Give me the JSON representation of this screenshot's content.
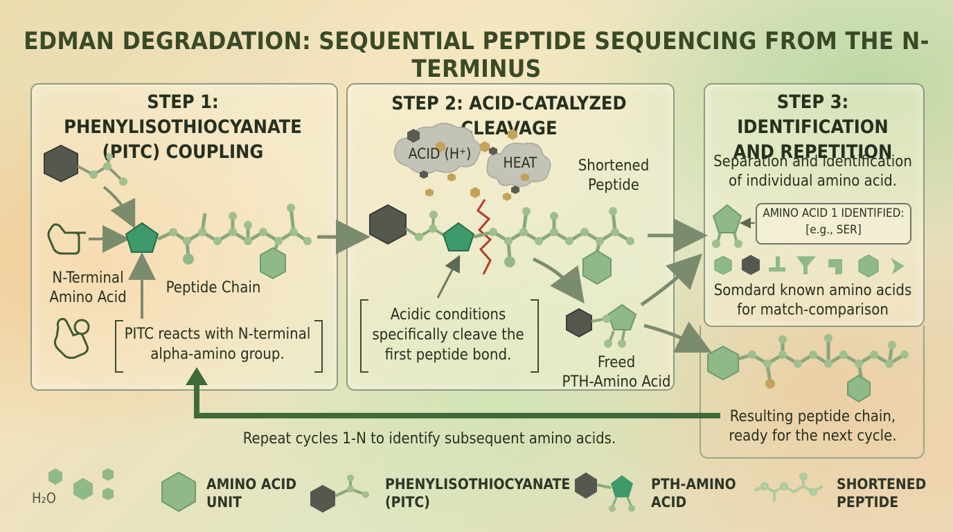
{
  "title": "EDMAN DEGRADATION: SEQUENTIAL PEPTIDE SEQUENCING FROM THE N-TERMINUS",
  "step1": {
    "title_line1": "STEP 1: PHENYLISOTHIOCYANATE",
    "title_line2": "(PITC) COUPLING",
    "n_terminal_line1": "N-Terminal",
    "n_terminal_line2": "Amino Acid",
    "peptide_chain": "Peptide Chain",
    "caption_line1": "PITC reacts with N-terminal",
    "caption_line2": "alpha-amino group."
  },
  "step2": {
    "title": "STEP 2: ACID-CATALYZED CLEAVAGE",
    "acid": "ACID (H⁺)",
    "heat": "HEAT",
    "shortened_line1": "Shortened",
    "shortened_line2": "Peptide",
    "caption_line1": "Acidic conditions",
    "caption_line2": "specifically cleave the",
    "caption_line3": "first peptide bond.",
    "freed_line1": "Freed",
    "freed_line2": "PTH-Amino Acid"
  },
  "step3": {
    "title_line1": "STEP 3: IDENTIFICATION",
    "title_line2": "AND REPETITION",
    "desc_line1": "Separation and identification",
    "desc_line2": "of individual amino acid.",
    "identified_line1": "AMINO ACID 1 IDENTIFIED:",
    "identified_line2": "[e.g., SER]",
    "standard_line1": "Somdard known amino acids",
    "standard_line2": "for match-comparison",
    "result_line1": "Resulting peptide chain,",
    "result_line2": "ready for the next cycle."
  },
  "repeat_text": "Repeat cycles 1-N to identify subsequent amino acids.",
  "legend": {
    "water": "H₂O",
    "amino_line1": "AMINO ACID",
    "amino_line2": "UNIT",
    "pitc_line1": "PHENYLISOTHIOCYANATE",
    "pitc_line2": "(PITC)",
    "pth_line1": "PTH-AMINO",
    "pth_line2": "ACID",
    "short_line1": "SHORTENED",
    "short_line2": "PEPTIDE"
  },
  "colors": {
    "title": "#3b4a26",
    "panel_border": "#8f9a7e",
    "pitc_gray": "#55584f",
    "pth_green": "#3e9a6a",
    "residue_green": "#8fb989",
    "arrow": "#7b8b6e",
    "cycle_arrow": "#3f6a3a",
    "cleave_red": "#b23a2a"
  }
}
